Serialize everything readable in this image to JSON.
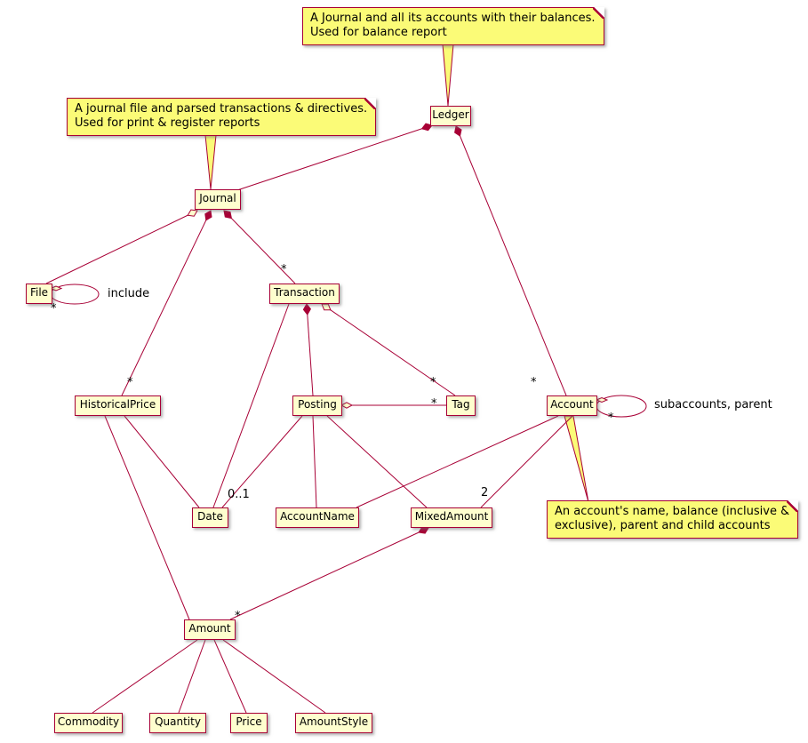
{
  "diagram": {
    "kind": "uml-class-diagram",
    "classes": [
      {
        "id": "ledger",
        "label": "Ledger"
      },
      {
        "id": "journal",
        "label": "Journal"
      },
      {
        "id": "file",
        "label": "File"
      },
      {
        "id": "transaction",
        "label": "Transaction"
      },
      {
        "id": "historicalprice",
        "label": "HistoricalPrice"
      },
      {
        "id": "posting",
        "label": "Posting"
      },
      {
        "id": "tag",
        "label": "Tag"
      },
      {
        "id": "account",
        "label": "Account"
      },
      {
        "id": "date",
        "label": "Date"
      },
      {
        "id": "accountname",
        "label": "AccountName"
      },
      {
        "id": "mixedamount",
        "label": "MixedAmount"
      },
      {
        "id": "amount",
        "label": "Amount"
      },
      {
        "id": "commodity",
        "label": "Commodity"
      },
      {
        "id": "quantity",
        "label": "Quantity"
      },
      {
        "id": "price",
        "label": "Price"
      },
      {
        "id": "amountstyle",
        "label": "AmountStyle"
      }
    ],
    "notes": [
      {
        "id": "note-ledger",
        "lines": [
          "A Journal and all its accounts with their balances.",
          "Used for balance report"
        ]
      },
      {
        "id": "note-journal",
        "lines": [
          "A journal file and parsed transactions & directives.",
          "Used for print & register reports"
        ]
      },
      {
        "id": "note-account",
        "lines": [
          "An account's name, balance (inclusive &",
          "exclusive), parent and child accounts"
        ]
      }
    ],
    "edge_labels": {
      "include": "include",
      "subaccounts_parent": "subaccounts, parent",
      "many": "*",
      "zero_or_one": "0..1",
      "two": "2"
    },
    "relationships": [
      {
        "from": "Ledger",
        "to": "Journal",
        "type": "composition"
      },
      {
        "from": "Ledger",
        "to": "Account",
        "type": "composition",
        "multiplicity": "*"
      },
      {
        "from": "Journal",
        "to": "File",
        "type": "aggregation"
      },
      {
        "from": "File",
        "to": "File",
        "type": "aggregation",
        "multiplicity": "*",
        "label": "include"
      },
      {
        "from": "Journal",
        "to": "Transaction",
        "type": "composition",
        "multiplicity": "*"
      },
      {
        "from": "Journal",
        "to": "HistoricalPrice",
        "type": "composition",
        "multiplicity": "*"
      },
      {
        "from": "Transaction",
        "to": "Posting",
        "type": "composition"
      },
      {
        "from": "Transaction",
        "to": "Tag",
        "type": "aggregation",
        "multiplicity": "*"
      },
      {
        "from": "Transaction",
        "to": "Date",
        "type": "association"
      },
      {
        "from": "Posting",
        "to": "Tag",
        "type": "aggregation",
        "multiplicity": "*"
      },
      {
        "from": "Posting",
        "to": "Date",
        "type": "association",
        "multiplicity": "0..1"
      },
      {
        "from": "Posting",
        "to": "AccountName",
        "type": "association"
      },
      {
        "from": "Posting",
        "to": "MixedAmount",
        "type": "association"
      },
      {
        "from": "Account",
        "to": "Account",
        "type": "aggregation",
        "multiplicity": "*",
        "label": "subaccounts, parent"
      },
      {
        "from": "Account",
        "to": "AccountName",
        "type": "association"
      },
      {
        "from": "Account",
        "to": "MixedAmount",
        "type": "association",
        "multiplicity": "2"
      },
      {
        "from": "HistoricalPrice",
        "to": "Date",
        "type": "association"
      },
      {
        "from": "HistoricalPrice",
        "to": "Amount",
        "type": "association"
      },
      {
        "from": "MixedAmount",
        "to": "Amount",
        "type": "composition",
        "multiplicity": "*"
      },
      {
        "from": "Amount",
        "to": "Commodity",
        "type": "association"
      },
      {
        "from": "Amount",
        "to": "Quantity",
        "type": "association"
      },
      {
        "from": "Amount",
        "to": "Price",
        "type": "association"
      },
      {
        "from": "Amount",
        "to": "AmountStyle",
        "type": "association"
      }
    ],
    "colors": {
      "class_bg": "#fefece",
      "border": "#a80036",
      "note_bg": "#fbfb77",
      "line": "#a80036",
      "text": "#000000"
    }
  }
}
